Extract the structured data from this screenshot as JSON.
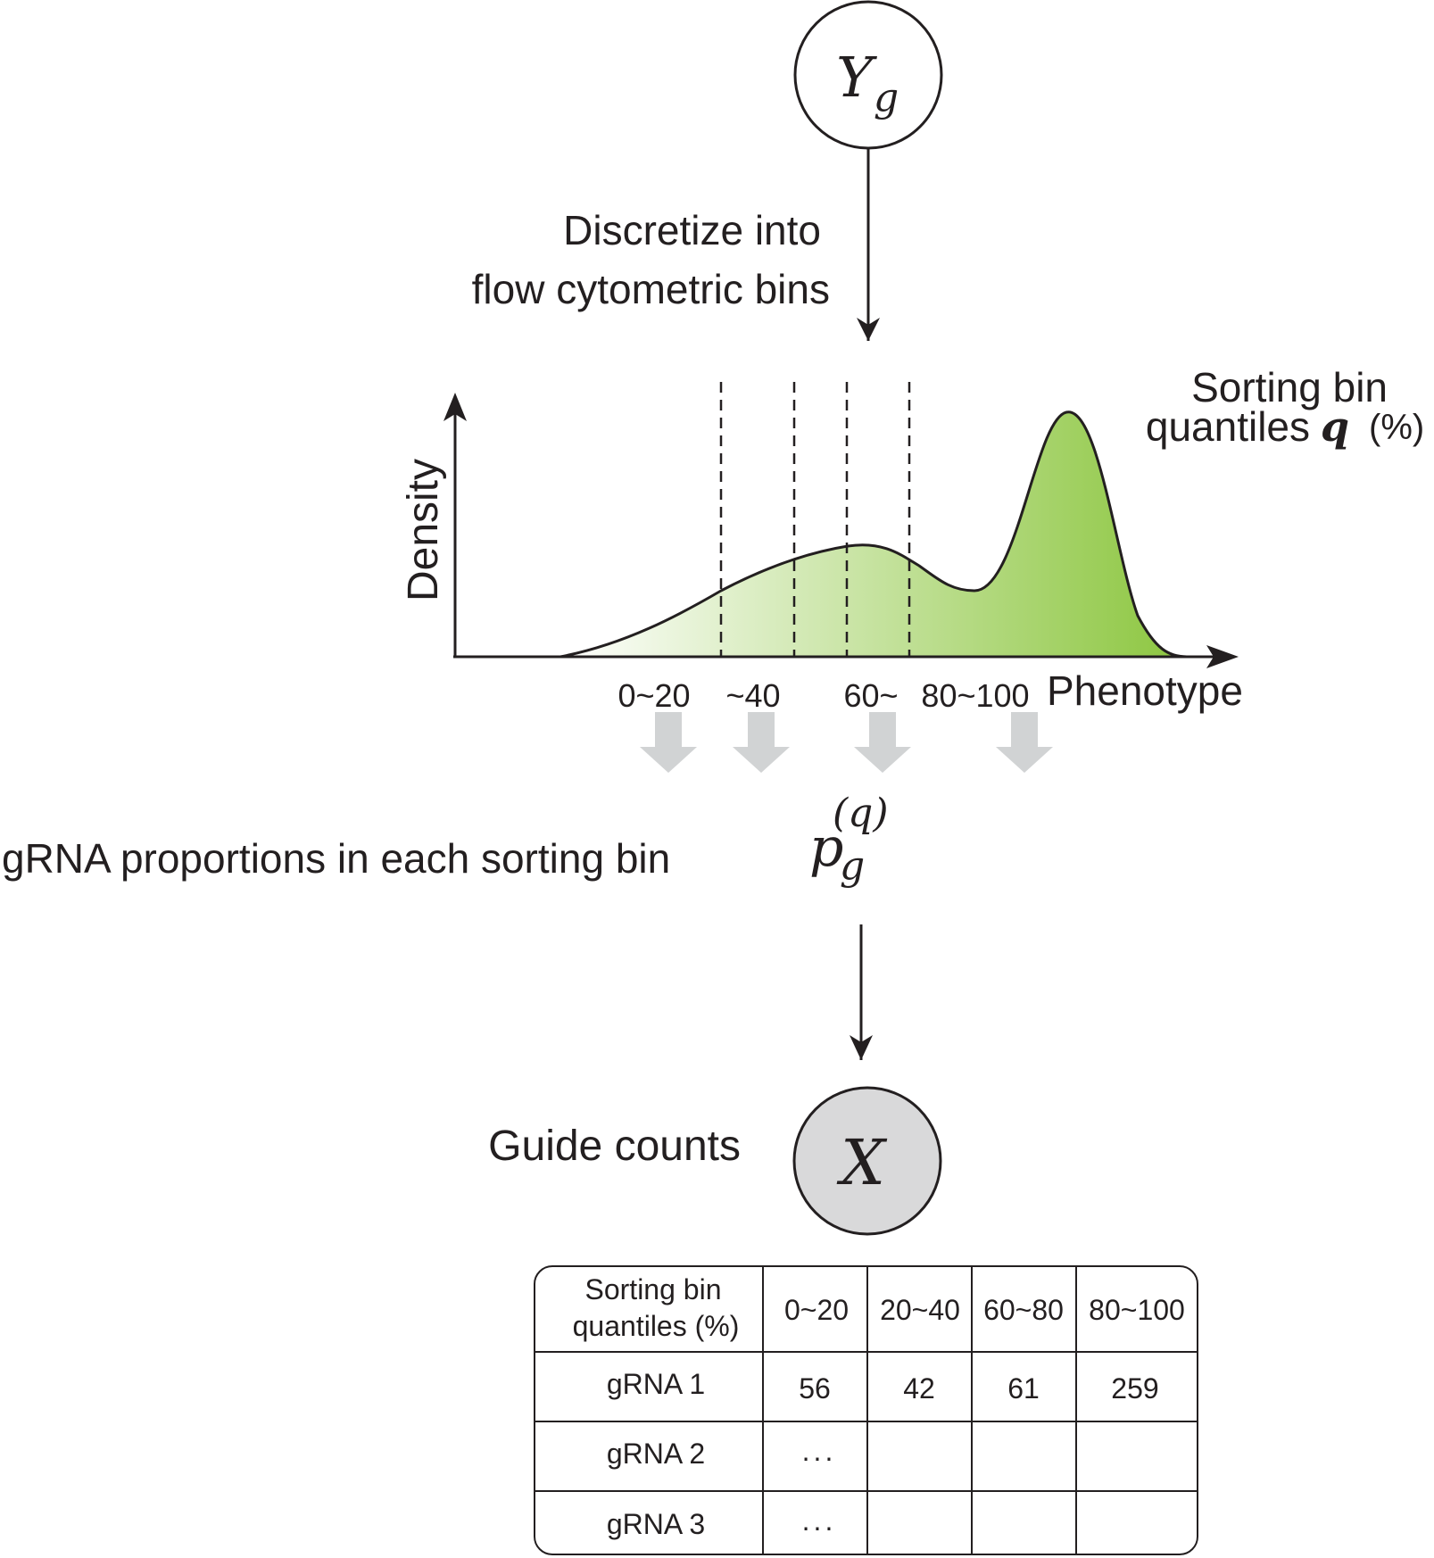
{
  "nodes": {
    "top": {
      "symbol": "Y",
      "subscript": "g"
    },
    "bottom": {
      "symbol": "X",
      "fill": "#d9d9da"
    }
  },
  "labels": {
    "discretize_line1": "Discretize into",
    "discretize_line2": "flow cytometric bins",
    "sorting_line1": "Sorting bin",
    "sorting_line2": "quantiles",
    "sorting_symbol": "q",
    "sorting_unit": "(%)",
    "density_axis": "Density",
    "phenotype_axis": "Phenotype",
    "proportions": "gRNA proportions in each sorting bin",
    "proportion_symbol": "p",
    "proportion_subscript": "g",
    "proportion_superscript": "(q)",
    "guide_counts": "Guide counts"
  },
  "bin_labels": [
    "0~20",
    "~40",
    "60~",
    "80~100"
  ],
  "colors": {
    "ink": "#231f20",
    "curve_fill_start": "#ffffff",
    "curve_fill_end": "#8cc63f",
    "bin_arrow": "#d1d3d4"
  },
  "table": {
    "header_line1": "Sorting bin",
    "header_line2": "quantiles (%)",
    "columns": [
      "0~20",
      "20~40",
      "60~80",
      "80~100"
    ],
    "rows": [
      {
        "label": "gRNA 1",
        "values": [
          "56",
          "42",
          "61",
          "259"
        ]
      },
      {
        "label": "gRNA 2",
        "values": [
          "...",
          "",
          "",
          ""
        ]
      },
      {
        "label": "gRNA 3",
        "values": [
          "...",
          "",
          "",
          ""
        ]
      }
    ]
  }
}
